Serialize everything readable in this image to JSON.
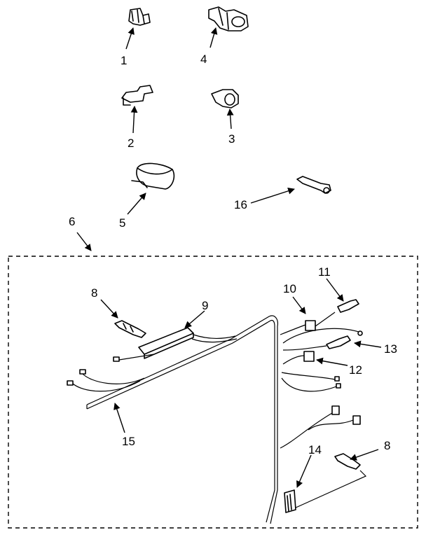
{
  "callouts": {
    "c1": "1",
    "c2": "2",
    "c3": "3",
    "c4": "4",
    "c5": "5",
    "c6": "6",
    "c8a": "8",
    "c8b": "8",
    "c9": "9",
    "c10": "10",
    "c11": "11",
    "c12": "12",
    "c13": "13",
    "c14": "14",
    "c15": "15",
    "c16": "16"
  }
}
